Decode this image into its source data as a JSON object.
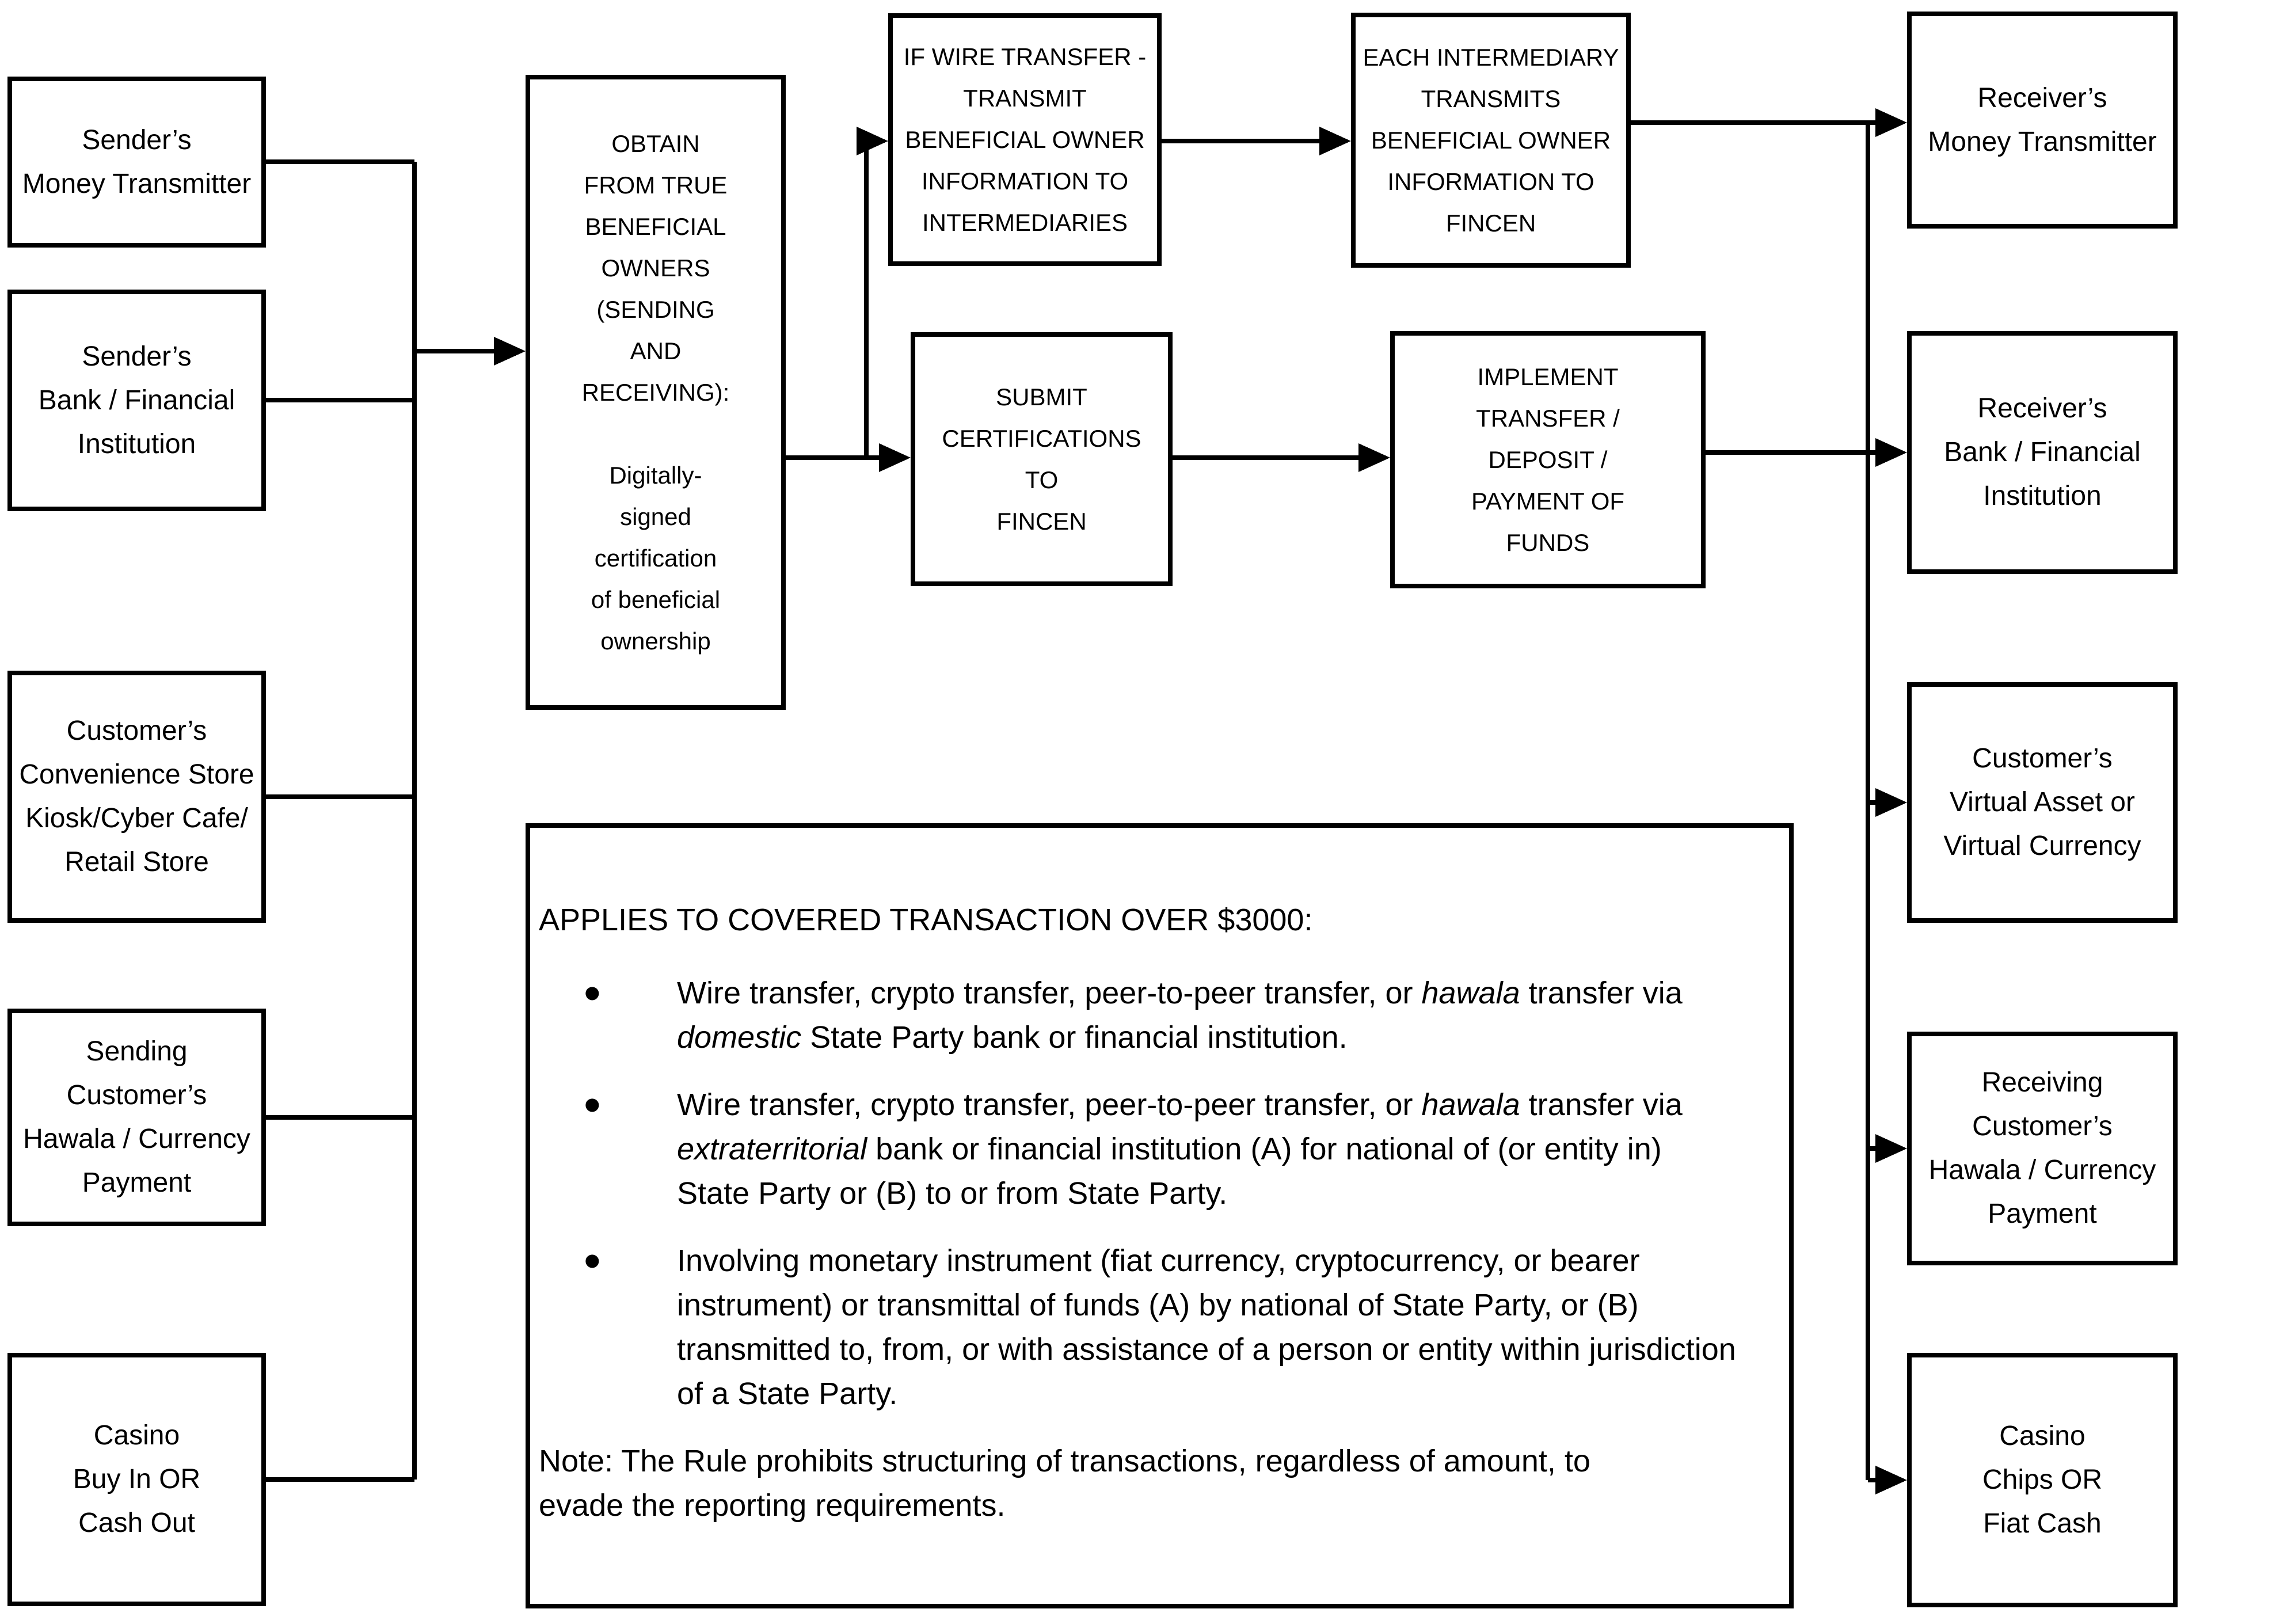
{
  "colors": {
    "line": "#000000",
    "box_background": "#ffffff",
    "text": "#000000"
  },
  "bullet_char": "•",
  "left_column": [
    {
      "label": "Sender’s\nMoney Transmitter"
    },
    {
      "label": "Sender’s\nBank / Financial\nInstitution"
    },
    {
      "label": "Customer’s\nConvenience Store\nKiosk/Cyber Cafe/\nRetail Store"
    },
    {
      "label": "Sending\nCustomer’s\nHawala / Currency\nPayment"
    },
    {
      "label": "Casino\nBuy In OR\nCash Out"
    }
  ],
  "process": {
    "obtain_label": "OBTAIN\nFROM TRUE\nBENEFICIAL\nOWNERS\n(SENDING\nAND\nRECEIVING):\n\nDigitally-\nsigned\ncertification\nof beneficial\nownership",
    "wire_label": "IF WIRE TRANSFER -\nTRANSMIT\nBENEFICIAL OWNER\nINFORMATION TO\nINTERMEDIARIES",
    "intermediary_label": "EACH INTERMEDIARY\nTRANSMITS\nBENEFICIAL OWNER\nINFORMATION TO\nFINCEN",
    "submit_label": "SUBMIT\nCERTIFICATIONS\nTO\nFINCEN",
    "implement_label": "IMPLEMENT\nTRANSFER /\nDEPOSIT /\nPAYMENT OF\nFUNDS"
  },
  "right_column": [
    {
      "label": "Receiver’s\nMoney Transmitter"
    },
    {
      "label": "Receiver’s\nBank / Financial\nInstitution"
    },
    {
      "label": "Customer’s\nVirtual Asset or\nVirtual Currency"
    },
    {
      "label": "Receiving\nCustomer’s\nHawala / Currency\nPayment"
    },
    {
      "label": "Casino\nChips OR\nFiat Cash"
    }
  ],
  "notice": {
    "title": "APPLIES TO COVERED TRANSACTION OVER $3000:",
    "bullets": [
      [
        {
          "t": "Wire transfer, crypto transfer, peer-to-peer transfer, or "
        },
        {
          "t": "hawala",
          "i": true
        },
        {
          "t": " transfer via "
        },
        {
          "t": "domestic",
          "i": true
        },
        {
          "t": " State Party bank or financial institution."
        }
      ],
      [
        {
          "t": "Wire transfer, crypto transfer, peer-to-peer transfer, or "
        },
        {
          "t": "hawala",
          "i": true
        },
        {
          "t": " transfer via "
        },
        {
          "t": "extraterritorial",
          "i": true
        },
        {
          "t": " bank or financial institution (A) for national of (or entity in) State Party or (B) to or from State Party."
        }
      ],
      [
        {
          "t": "Involving monetary instrument (fiat currency, cryptocurrency, or bearer instrument) or transmittal of funds (A) by national of State Party, or (B) transmitted to, from, or with assistance of a person or entity within jurisdiction of a State Party."
        }
      ]
    ],
    "note": "Note: The Rule prohibits structuring of transactions, regardless of amount, to evade the reporting requirements."
  }
}
